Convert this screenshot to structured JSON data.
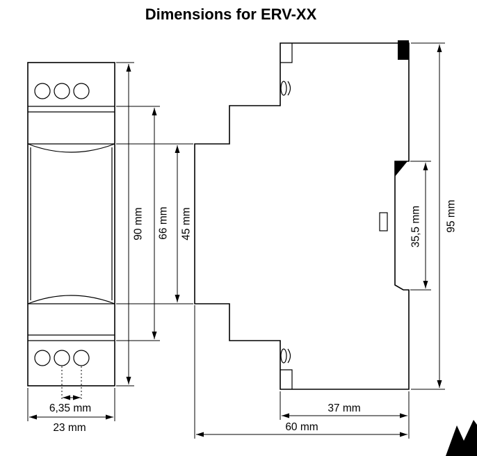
{
  "title": "Dimensions for ERV-XX",
  "dimensions": {
    "d90": "90 mm",
    "d66": "66 mm",
    "d45": "45 mm",
    "d355": "35,5 mm",
    "d95": "95 mm",
    "d635": "6,35 mm",
    "d23": "23 mm",
    "d37": "37 mm",
    "d60": "60 mm"
  },
  "colors": {
    "line": "#000000",
    "background": "#ffffff"
  }
}
